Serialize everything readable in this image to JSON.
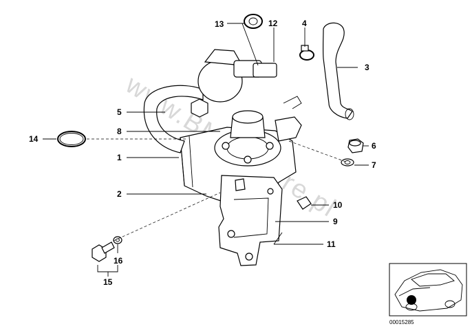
{
  "watermark": "www.BMW-store.pl",
  "callouts": {
    "c1": "1",
    "c2": "2",
    "c3": "3",
    "c4": "4",
    "c5": "5",
    "c6": "6",
    "c7": "7",
    "c8": "8",
    "c9": "9",
    "c10": "10",
    "c11": "11",
    "c12": "12",
    "c13": "13",
    "c14": "14",
    "c15": "15",
    "c16": "16"
  },
  "reference_number": "00015285"
}
